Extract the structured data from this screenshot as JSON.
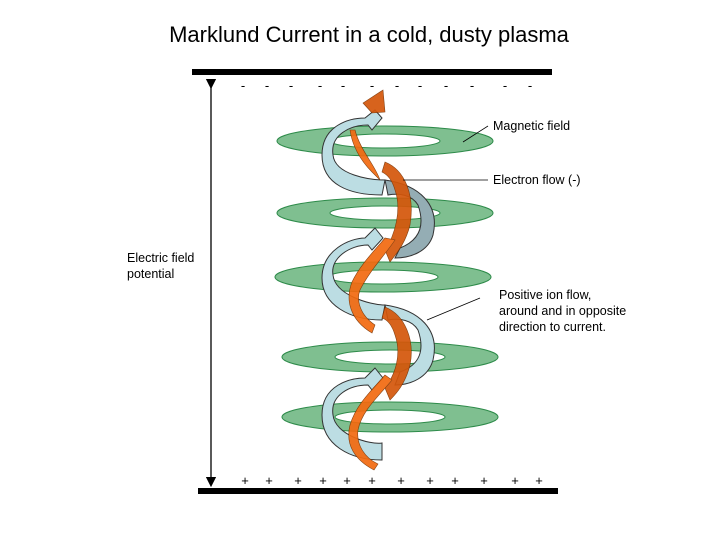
{
  "title": "Marklund Current in a cold, dusty plasma",
  "labels": {
    "magnetic_field": "Magnetic field",
    "electron_flow": "Electron flow (-)",
    "positive_ion_flow": [
      "Positive ion flow,",
      "around and in opposite",
      "direction to current."
    ],
    "electric_field": [
      "Electric field",
      "potential"
    ]
  },
  "charges": {
    "top": "-",
    "bottom": "+"
  },
  "colors": {
    "ring_fill": "#7fbf90",
    "ring_stroke": "#2e8b4a",
    "electron_arrow": "#f26a10",
    "electron_arrow_dark": "#d4560a",
    "ion_arrow": "#bcdde3",
    "ion_arrow_dark": "#94adb4"
  }
}
